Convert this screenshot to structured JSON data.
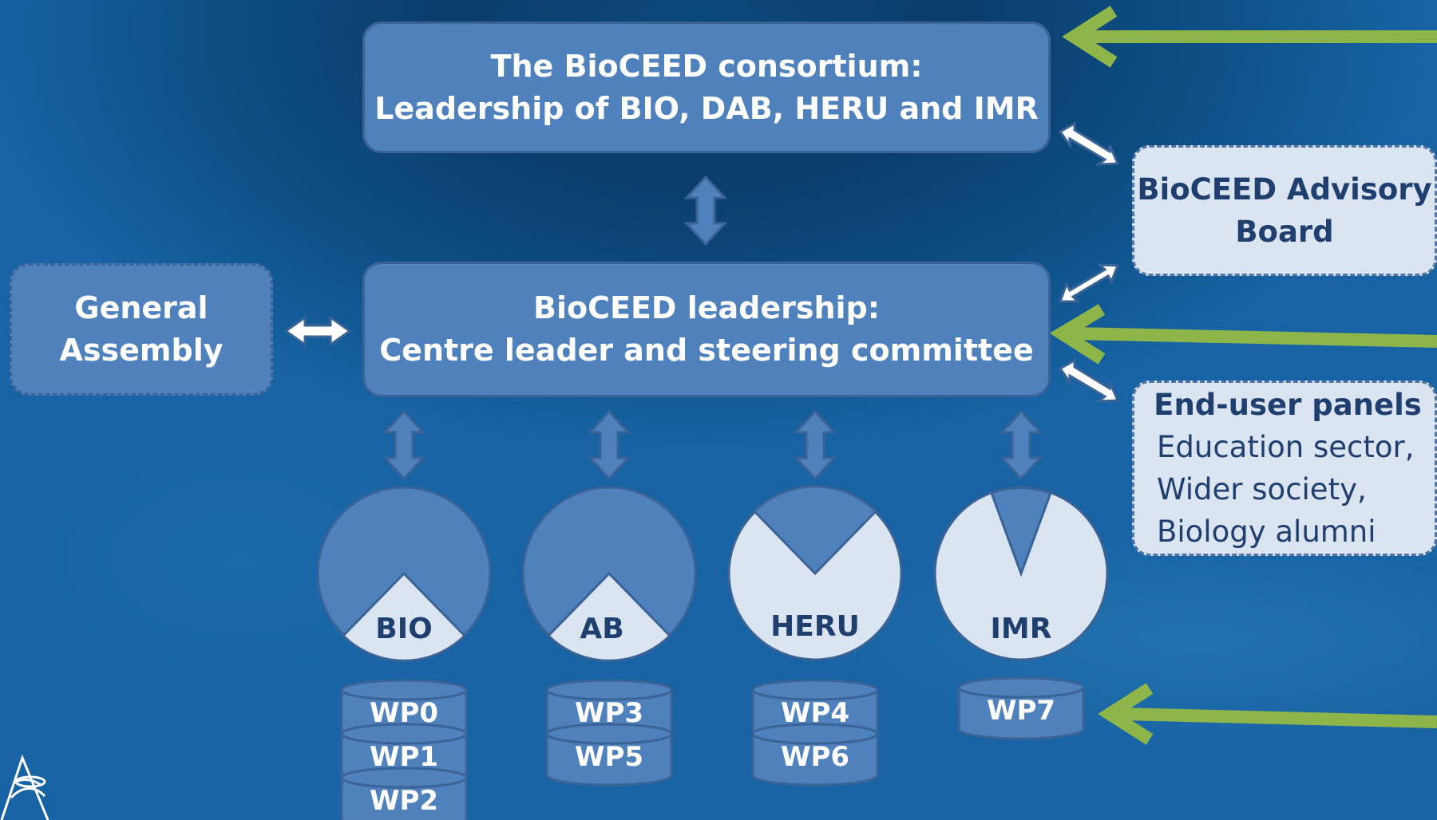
{
  "consortium": {
    "line1": "The BioCEED consortium:",
    "line2": "Leadership of BIO, DAB, HERU and IMR"
  },
  "leadership": {
    "line1": "BioCEED leadership:",
    "line2": "Centre leader and steering committee"
  },
  "general_assembly": {
    "line1": "General",
    "line2": "Assembly"
  },
  "advisory_board": {
    "line1": "BioCEED Advisory",
    "line2": "Board"
  },
  "end_user": {
    "title": "End-user panels",
    "items": [
      "Education sector,",
      "Wider society,",
      "Biology alumni"
    ]
  },
  "institutions": [
    {
      "label": "BIO",
      "wps": [
        "WP0",
        "WP1",
        "WP2"
      ]
    },
    {
      "label": "AB",
      "wps": [
        "WP3",
        "WP5"
      ]
    },
    {
      "label": "HERU",
      "wps": [
        "WP4",
        "WP6"
      ]
    },
    {
      "label": "IMR",
      "wps": [
        "WP7"
      ]
    }
  ],
  "colors": {
    "box_fill": "#4f81bd",
    "light_fill": "#dbe4f1",
    "green_arrow": "#8db54a",
    "dark_text": "#1f3f6e"
  }
}
